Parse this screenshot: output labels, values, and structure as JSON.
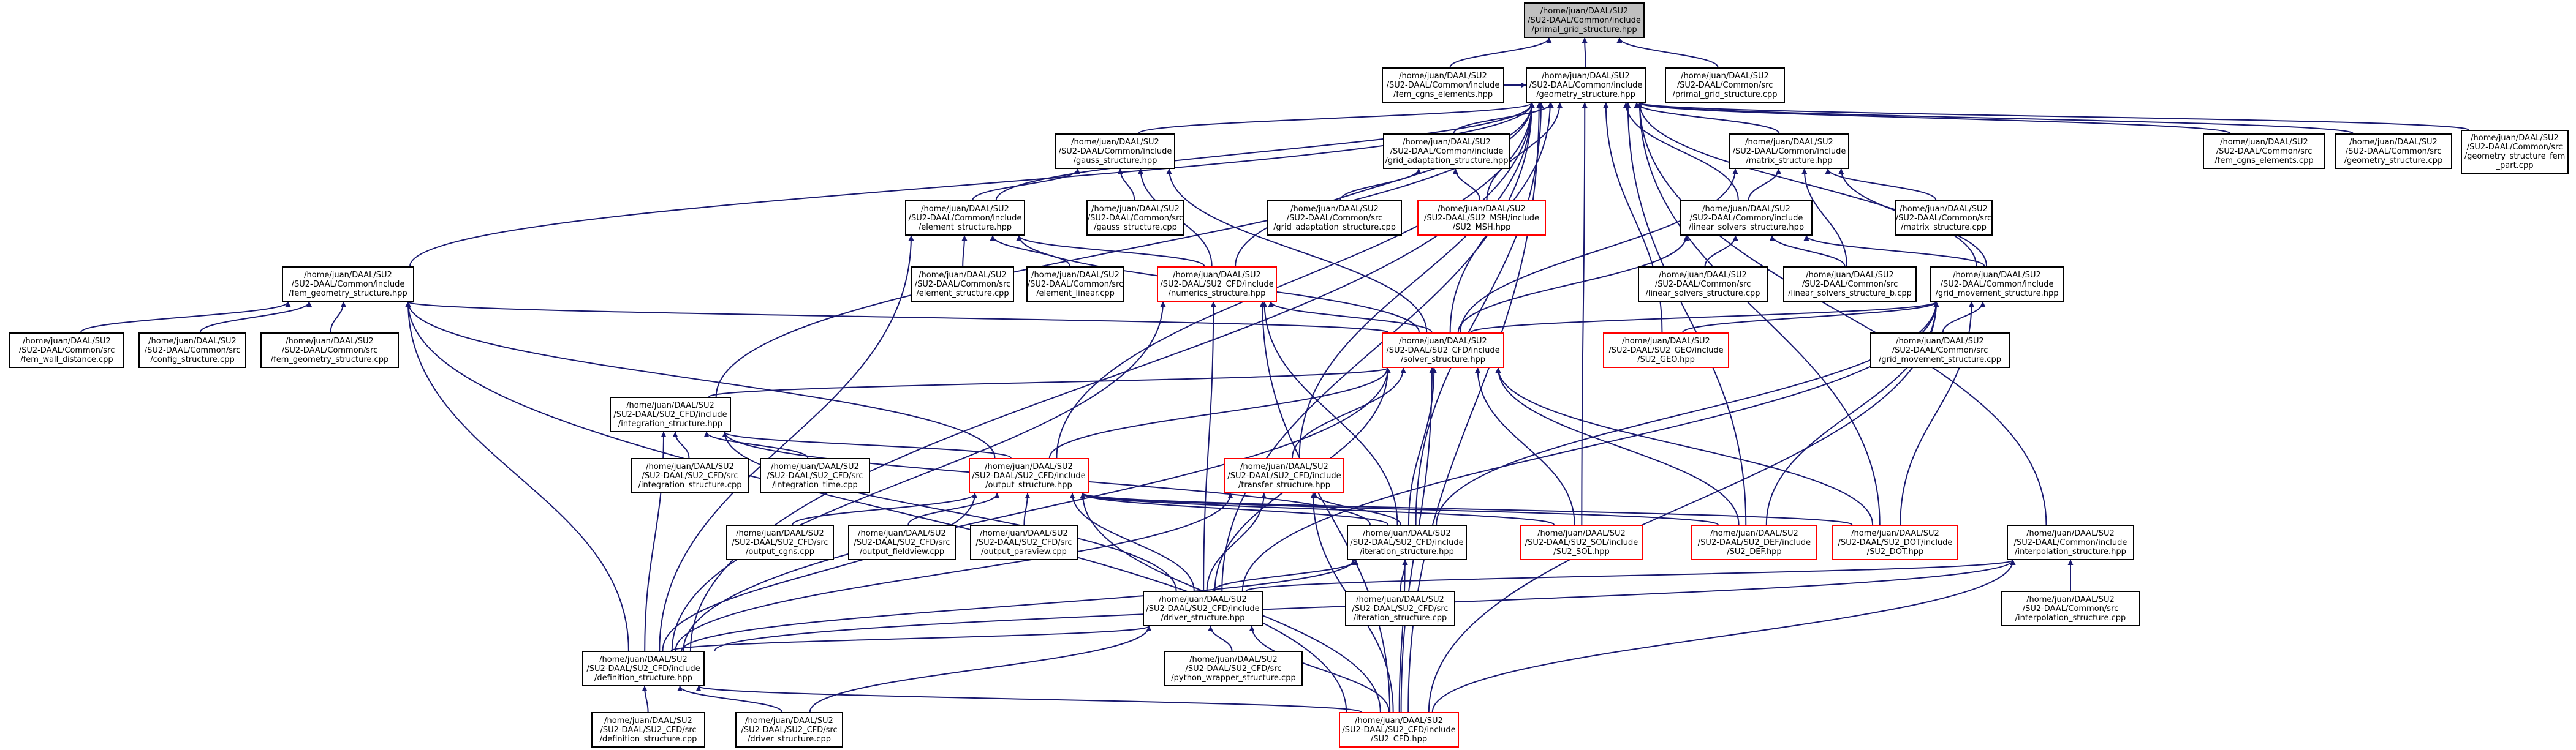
{
  "colors": {
    "edge": "#191970",
    "border": "#000000",
    "border_red": "#ff0000",
    "root_fill": "#bfbfbf"
  },
  "nodes": {
    "primal_grid": {
      "l1": "/home/juan/DAAL/SU2",
      "l2": "/SU2-DAAL/Common/include",
      "l3": "/primal_grid_structure.hpp"
    },
    "fem_cgns_h": {
      "l1": "/home/juan/DAAL/SU2",
      "l2": "/SU2-DAAL/Common/include",
      "l3": "/fem_cgns_elements.hpp"
    },
    "geometry_h": {
      "l1": "/home/juan/DAAL/SU2",
      "l2": "/SU2-DAAL/Common/include",
      "l3": "/geometry_structure.hpp"
    },
    "primal_grid_cpp": {
      "l1": "/home/juan/DAAL/SU2",
      "l2": "/SU2-DAAL/Common/src",
      "l3": "/primal_grid_structure.cpp"
    },
    "gauss_h": {
      "l1": "/home/juan/DAAL/SU2",
      "l2": "/SU2-DAAL/Common/include",
      "l3": "/gauss_structure.hpp"
    },
    "grid_adapt_h": {
      "l1": "/home/juan/DAAL/SU2",
      "l2": "/SU2-DAAL/Common/include",
      "l3": "/grid_adaptation_structure.hpp"
    },
    "matrix_h": {
      "l1": "/home/juan/DAAL/SU2",
      "l2": "/SU2-DAAL/Common/include",
      "l3": "/matrix_structure.hpp"
    },
    "fem_cgns_cpp": {
      "l1": "/home/juan/DAAL/SU2",
      "l2": "/SU2-DAAL/Common/src",
      "l3": "/fem_cgns_elements.cpp"
    },
    "geometry_cpp": {
      "l1": "/home/juan/DAAL/SU2",
      "l2": "/SU2-DAAL/Common/src",
      "l3": "/geometry_structure.cpp"
    },
    "geometry_fem_cpp": {
      "l1": "/home/juan/DAAL/SU2",
      "l2": "/SU2-DAAL/Common/src",
      "l3": "/geometry_structure_fem",
      "l4": "_part.cpp"
    },
    "element_h": {
      "l1": "/home/juan/DAAL/SU2",
      "l2": "/SU2-DAAL/Common/include",
      "l3": "/element_structure.hpp"
    },
    "gauss_cpp": {
      "l1": "/home/juan/DAAL/SU2",
      "l2": "/SU2-DAAL/Common/src",
      "l3": "/gauss_structure.cpp"
    },
    "grid_adapt_cpp": {
      "l1": "/home/juan/DAAL/SU2",
      "l2": "/SU2-DAAL/Common/src",
      "l3": "/grid_adaptation_structure.cpp"
    },
    "su2_msh": {
      "l1": "/home/juan/DAAL/SU2",
      "l2": "/SU2-DAAL/SU2_MSH/include",
      "l3": "/SU2_MSH.hpp"
    },
    "linear_solvers_h": {
      "l1": "/home/juan/DAAL/SU2",
      "l2": "/SU2-DAAL/Common/include",
      "l3": "/linear_solvers_structure.hpp"
    },
    "matrix_cpp": {
      "l1": "/home/juan/DAAL/SU2",
      "l2": "/SU2-DAAL/Common/src",
      "l3": "/matrix_structure.cpp"
    },
    "fem_geometry_h": {
      "l1": "/home/juan/DAAL/SU2",
      "l2": "/SU2-DAAL/Common/include",
      "l3": "/fem_geometry_structure.hpp"
    },
    "element_cpp": {
      "l1": "/home/juan/DAAL/SU2",
      "l2": "/SU2-DAAL/Common/src",
      "l3": "/element_structure.cpp"
    },
    "element_linear_cpp": {
      "l1": "/home/juan/DAAL/SU2",
      "l2": "/SU2-DAAL/Common/src",
      "l3": "/element_linear.cpp"
    },
    "numerics_h": {
      "l1": "/home/juan/DAAL/SU2",
      "l2": "/SU2-DAAL/SU2_CFD/include",
      "l3": "/numerics_structure.hpp"
    },
    "linear_solvers_cpp": {
      "l1": "/home/juan/DAAL/SU2",
      "l2": "/SU2-DAAL/Common/src",
      "l3": "/linear_solvers_structure.cpp"
    },
    "linear_solvers_b_cpp": {
      "l1": "/home/juan/DAAL/SU2",
      "l2": "/SU2-DAAL/Common/src",
      "l3": "/linear_solvers_structure_b.cpp"
    },
    "grid_movement_h": {
      "l1": "/home/juan/DAAL/SU2",
      "l2": "/SU2-DAAL/Common/include",
      "l3": "/grid_movement_structure.hpp"
    },
    "fem_wall_cpp": {
      "l1": "/home/juan/DAAL/SU2",
      "l2": "/SU2-DAAL/Common/src",
      "l3": "/fem_wall_distance.cpp"
    },
    "config_cpp": {
      "l1": "/home/juan/DAAL/SU2",
      "l2": "/SU2-DAAL/Common/src",
      "l3": "/config_structure.cpp"
    },
    "fem_geometry_cpp": {
      "l1": "/home/juan/DAAL/SU2",
      "l2": "/SU2-DAAL/Common/src",
      "l3": "/fem_geometry_structure.cpp"
    },
    "solver_h": {
      "l1": "/home/juan/DAAL/SU2",
      "l2": "/SU2-DAAL/SU2_CFD/include",
      "l3": "/solver_structure.hpp"
    },
    "su2_geo": {
      "l1": "/home/juan/DAAL/SU2",
      "l2": "/SU2-DAAL/SU2_GEO/include",
      "l3": "/SU2_GEO.hpp"
    },
    "grid_movement_cpp": {
      "l1": "/home/juan/DAAL/SU2",
      "l2": "/SU2-DAAL/Common/src",
      "l3": "/grid_movement_structure.cpp"
    },
    "integration_h": {
      "l1": "/home/juan/DAAL/SU2",
      "l2": "/SU2-DAAL/SU2_CFD/include",
      "l3": "/integration_structure.hpp"
    },
    "integration_cpp": {
      "l1": "/home/juan/DAAL/SU2",
      "l2": "/SU2-DAAL/SU2_CFD/src",
      "l3": "/integration_structure.cpp"
    },
    "integration_time_cpp": {
      "l1": "/home/juan/DAAL/SU2",
      "l2": "/SU2-DAAL/SU2_CFD/src",
      "l3": "/integration_time.cpp"
    },
    "output_h": {
      "l1": "/home/juan/DAAL/SU2",
      "l2": "/SU2-DAAL/SU2_CFD/include",
      "l3": "/output_structure.hpp"
    },
    "transfer_h": {
      "l1": "/home/juan/DAAL/SU2",
      "l2": "/SU2-DAAL/SU2_CFD/include",
      "l3": "/transfer_structure.hpp"
    },
    "output_cgns_cpp": {
      "l1": "/home/juan/DAAL/SU2",
      "l2": "/SU2-DAAL/SU2_CFD/src",
      "l3": "/output_cgns.cpp"
    },
    "output_fieldview_cpp": {
      "l1": "/home/juan/DAAL/SU2",
      "l2": "/SU2-DAAL/SU2_CFD/src",
      "l3": "/output_fieldview.cpp"
    },
    "output_paraview_cpp": {
      "l1": "/home/juan/DAAL/SU2",
      "l2": "/SU2-DAAL/SU2_CFD/src",
      "l3": "/output_paraview.cpp"
    },
    "iteration_h": {
      "l1": "/home/juan/DAAL/SU2",
      "l2": "/SU2-DAAL/SU2_CFD/include",
      "l3": "/iteration_structure.hpp"
    },
    "su2_sol": {
      "l1": "/home/juan/DAAL/SU2",
      "l2": "/SU2-DAAL/SU2_SOL/include",
      "l3": "/SU2_SOL.hpp"
    },
    "su2_def": {
      "l1": "/home/juan/DAAL/SU2",
      "l2": "/SU2-DAAL/SU2_DEF/include",
      "l3": "/SU2_DEF.hpp"
    },
    "su2_dot": {
      "l1": "/home/juan/DAAL/SU2",
      "l2": "/SU2-DAAL/SU2_DOT/include",
      "l3": "/SU2_DOT.hpp"
    },
    "interpolation_h": {
      "l1": "/home/juan/DAAL/SU2",
      "l2": "/SU2-DAAL/Common/include",
      "l3": "/interpolation_structure.hpp"
    },
    "driver_h": {
      "l1": "/home/juan/DAAL/SU2",
      "l2": "/SU2-DAAL/SU2_CFD/include",
      "l3": "/driver_structure.hpp"
    },
    "iteration_cpp": {
      "l1": "/home/juan/DAAL/SU2",
      "l2": "/SU2-DAAL/SU2_CFD/src",
      "l3": "/iteration_structure.cpp"
    },
    "interpolation_cpp": {
      "l1": "/home/juan/DAAL/SU2",
      "l2": "/SU2-DAAL/Common/src",
      "l3": "/interpolation_structure.cpp"
    },
    "definition_h": {
      "l1": "/home/juan/DAAL/SU2",
      "l2": "/SU2-DAAL/SU2_CFD/include",
      "l3": "/definition_structure.hpp"
    },
    "python_wrapper_cpp": {
      "l1": "/home/juan/DAAL/SU2",
      "l2": "/SU2-DAAL/SU2_CFD/src",
      "l3": "/python_wrapper_structure.cpp"
    },
    "definition_cpp": {
      "l1": "/home/juan/DAAL/SU2",
      "l2": "/SU2-DAAL/SU2_CFD/src",
      "l3": "/definition_structure.cpp"
    },
    "driver_cpp": {
      "l1": "/home/juan/DAAL/SU2",
      "l2": "/SU2-DAAL/SU2_CFD/src",
      "l3": "/driver_structure.cpp"
    },
    "su2_cfd": {
      "l1": "/home/juan/DAAL/SU2",
      "l2": "/SU2-DAAL/SU2_CFD/include",
      "l3": "/SU2_CFD.hpp"
    }
  }
}
